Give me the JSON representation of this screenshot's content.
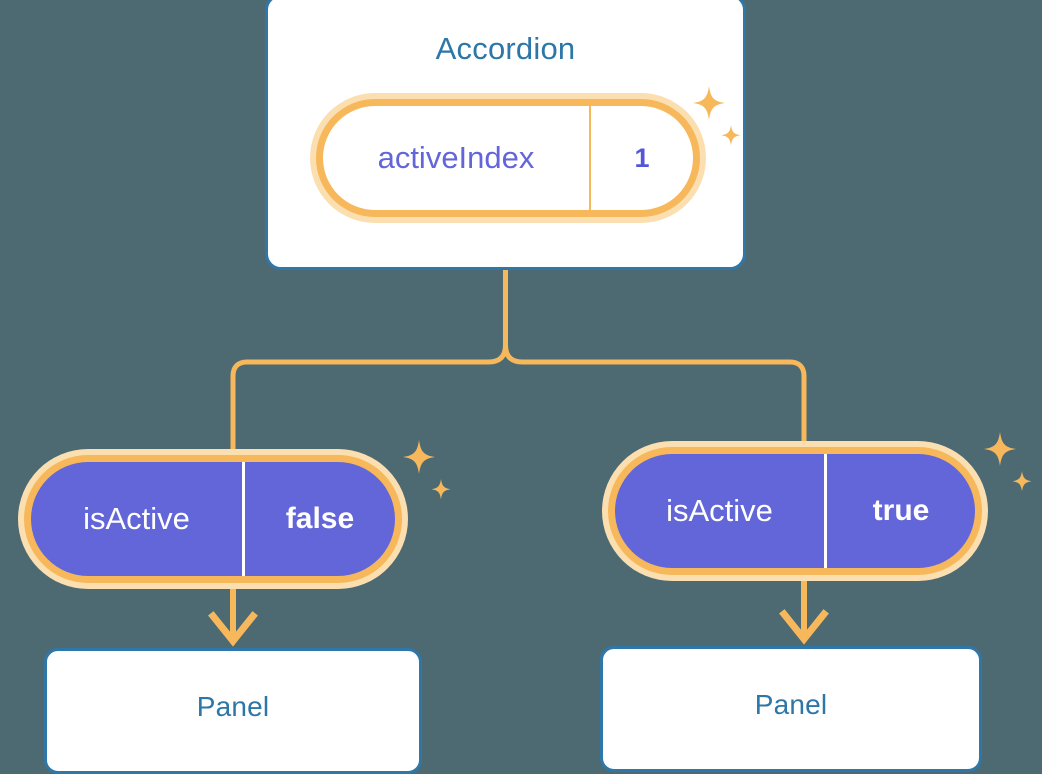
{
  "theme": {
    "background": "#4d6a73",
    "card_border": "#2f77a9",
    "title_text": "#2c76a8",
    "accent_orange": "#f7b85c",
    "accent_orange_pale": "#fbdfb0",
    "state_purple": "#6366d8",
    "card_fill": "#ffffff"
  },
  "root": {
    "title": "Accordion",
    "state": {
      "key": "activeIndex",
      "value": "1"
    }
  },
  "children": [
    {
      "state": {
        "key": "isActive",
        "value": "false"
      },
      "panel": {
        "title": "Panel"
      }
    },
    {
      "state": {
        "key": "isActive",
        "value": "true"
      },
      "panel": {
        "title": "Panel"
      }
    }
  ],
  "decorations": {
    "sparkle_icon": "sparkle-icon",
    "arrow_icon": "arrow-down-icon",
    "groups": [
      {
        "name": "sparkles-root",
        "big": [
          709,
          109,
          21
        ],
        "small": [
          731,
          137,
          12
        ]
      },
      {
        "name": "sparkles-left",
        "big": [
          419,
          463,
          20
        ],
        "small": [
          439,
          491,
          12
        ]
      },
      {
        "name": "sparkles-right",
        "big": [
          1000,
          455,
          20
        ],
        "small": [
          1020,
          481,
          12
        ]
      }
    ]
  }
}
